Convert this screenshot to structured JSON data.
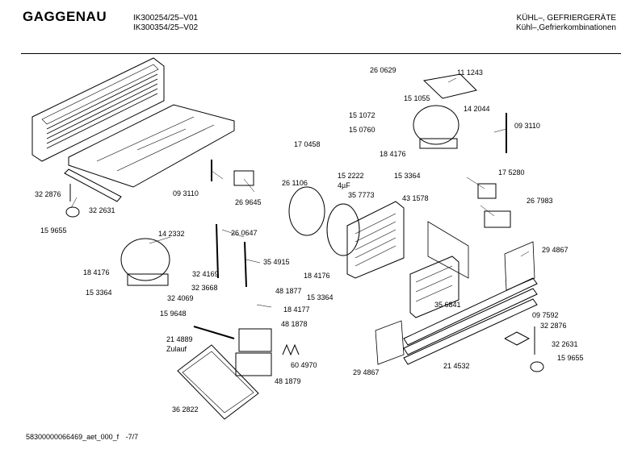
{
  "header": {
    "brand": "GAGGENAU",
    "models": [
      "IK300254/25–V01",
      "IK300354/25–V02"
    ],
    "category": [
      "KÜHL–, GEFRIERGERÄTE",
      "Kühl–,Gefrierkombinationen"
    ]
  },
  "footer": {
    "doc_code": "58300000066469_aet_000_f",
    "page": "-7/7"
  },
  "parts": [
    "26 0629",
    "11 1243",
    "15 1055",
    "15 1072",
    "14 2044",
    "15 0760",
    "09 3110",
    "17 0458",
    "18 4176",
    "15 3364",
    "15 2222",
    "4µF",
    "26 1106",
    "35 7773",
    "43 1578",
    "17 5280",
    "26 7983",
    "29 4867",
    "32 2876",
    "32 2631",
    "15 9655",
    "09 3110",
    "26 9645",
    "14 2332",
    "26 0647",
    "32 4169",
    "35 4915",
    "18 4176",
    "15 3364",
    "48 1877",
    "32 3668",
    "32 4069",
    "18 4177",
    "15 9648",
    "48 1878",
    "21 4889",
    "Zulauf",
    "60 4970",
    "48 1879",
    "36 2822",
    "18 4176",
    "15 3364",
    "35 6841",
    "09 7592",
    "32 2876",
    "32 2631",
    "15 9655",
    "29 4867",
    "21 4532"
  ]
}
